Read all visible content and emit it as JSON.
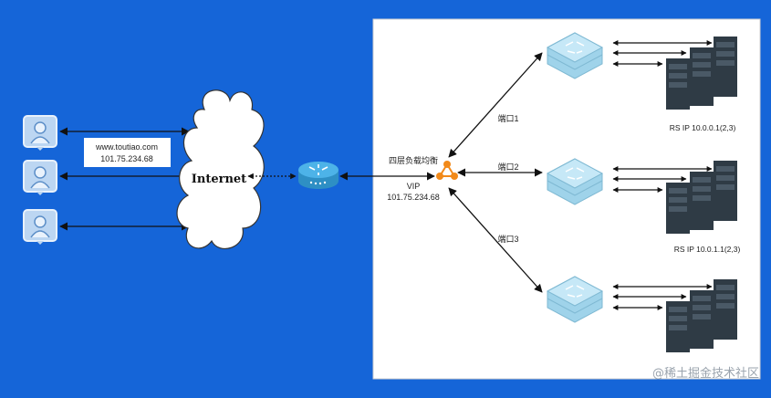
{
  "internet": {
    "label": "Internet"
  },
  "dns": {
    "domain": "www.toutiao.com",
    "ip": "101.75.234.68"
  },
  "lb": {
    "name": "四层负载均衡",
    "vip_label": "VIP",
    "vip": "101.75.234.68"
  },
  "ports": [
    "端口1",
    "端口2",
    "端口3"
  ],
  "groups": [
    {
      "rs": "RS IP 10.0.0.1(2,3)"
    },
    {
      "rs": "RS IP 10.0.1.1(2,3)"
    },
    {
      "rs": ""
    }
  ],
  "watermark": "@稀土掘金技术社区",
  "colors": {
    "background": "#1565d8",
    "panel": "#ffffff",
    "switch": "#b9e3f4",
    "server": "#2f3b45",
    "lb_node": "#f28a1a",
    "router": "#37a6e0",
    "user_icon": "#bcd6f2"
  }
}
